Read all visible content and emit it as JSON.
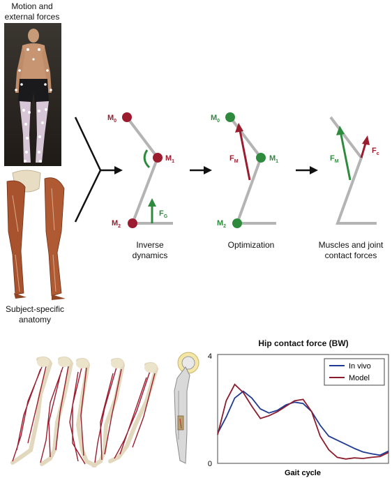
{
  "captions": {
    "motion_line1": "Motion and",
    "motion_line2": "external forces",
    "anatomy_line1": "Subject-specific",
    "anatomy_line2": "anatomy",
    "inverse_line1": "Inverse",
    "inverse_line2": "dynamics",
    "optimization": "Optimization",
    "muscles_line1": "Muscles and joint",
    "muscles_line2": "contact forces"
  },
  "labels": {
    "m_letter": "M",
    "m0_sub": "0",
    "m1_sub": "1",
    "m2_sub": "2",
    "f_letter": "F",
    "fg_sub": "G",
    "fm_sub": "M",
    "fc_sub": "c"
  },
  "colors": {
    "maroon": "#9b1c2e",
    "green": "#2e8b3e",
    "segment_gray": "#b4b4b4",
    "invivo_blue": "#1f3a93",
    "model_red": "#8e1b2b"
  },
  "chart_data": {
    "type": "line",
    "title": "Hip contact force (BW)",
    "xlabel": "Gait cycle",
    "ylabel": "",
    "ylim": [
      0,
      4
    ],
    "y_ticks": [
      "0",
      "4"
    ],
    "x": [
      0,
      0.05,
      0.1,
      0.15,
      0.2,
      0.25,
      0.3,
      0.35,
      0.4,
      0.45,
      0.5,
      0.55,
      0.6,
      0.65,
      0.7,
      0.75,
      0.8,
      0.85,
      0.9,
      0.95,
      1.0
    ],
    "legend_position": "top-right",
    "series": [
      {
        "name": "In vivo",
        "color": "#1f3a93",
        "values": [
          1.1,
          1.7,
          2.4,
          2.65,
          2.4,
          2.0,
          1.85,
          1.95,
          2.15,
          2.25,
          2.2,
          1.9,
          1.4,
          1.0,
          0.85,
          0.7,
          0.55,
          0.42,
          0.35,
          0.3,
          0.45
        ]
      },
      {
        "name": "Model",
        "color": "#8e1b2b",
        "values": [
          1.05,
          2.3,
          2.9,
          2.6,
          2.1,
          1.65,
          1.75,
          1.9,
          2.1,
          2.3,
          2.35,
          1.9,
          1.0,
          0.5,
          0.22,
          0.16,
          0.2,
          0.18,
          0.22,
          0.25,
          0.4
        ]
      }
    ]
  }
}
